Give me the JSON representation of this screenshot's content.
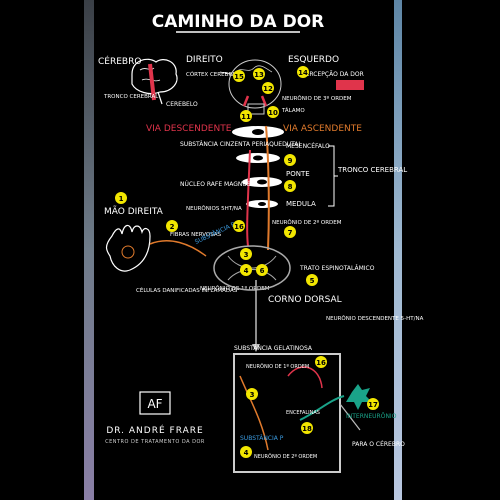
{
  "title": "CAMINHO DA DOR",
  "labels": {
    "cerebro": "CÉREBRO",
    "direito": "DIREITO",
    "esquerdo": "ESQUERDO",
    "cortex": "CÓRTEX CEREBRAL",
    "tronco_cerebral": "TRONCO CEREBRAL",
    "cerebelo": "CEREBELO",
    "percepcao": "PERCEPÇÃO DA DOR",
    "neuronio3": "NEURÔNIO DE 3º ORDEM",
    "talamo": "TÁLAMO",
    "via_desc": "VIA DESCENDENTE",
    "via_asc": "VIA ASCENDENTE",
    "substancia_cinzenta": "SUBSTÂNCIA CINZENTA PERIAQUEDUTAL",
    "mesencefalo": "MESENCÉFALO",
    "ponte": "PONTE",
    "tronco_cerebral_2": "TRONCO CEREBRAL",
    "nucleo_rafe": "NÚCLEO RAFE MAGNUS",
    "medula": "MEDULA",
    "neuronios_5ht": "NEURÔNIOS 5HT/NA",
    "neuronio2": "NEURÔNIO DE 2º ORDEM",
    "mao_direita": "MÃO DIREITA",
    "fibras_nervosas": "FIBRAS NERVOSAS",
    "substancia_p": "SUBSTÂNCIA P",
    "celulas": "CÉLULAS DANIFICADAS INFLAMADAS",
    "neuronio1": "NEURÔNIO DE 1º ORDEM",
    "trato": "TRATO ESPINOTALÂMICO",
    "corno_dorsal": "CORNO DORSAL",
    "neuronio_desc": "NEURÔNIO DESCENDENTE 5-HT/NA",
    "substancia_gelatinosa": "SUBSTÂNCIA GELATINOSA",
    "neuronio1b": "NEURÔNIO DE 1º ORDEM",
    "encefalinas": "ENCEFALINAS",
    "interneuronio": "INTERNEURÔNIO",
    "substancia_p2": "SUBSTÂNCIA P",
    "neuronio2b": "NEURÔNIO DE 2º ORDEM",
    "para_cerebro": "PARA O CÉREBRO"
  },
  "numbers": {
    "n1": "1",
    "n2": "2",
    "n3": "3",
    "n4": "4",
    "n5": "5",
    "n6": "6",
    "n7": "7",
    "n8": "8",
    "n9": "9",
    "n10": "10",
    "n11": "11",
    "n12": "12",
    "n13": "13",
    "n14": "14",
    "n15": "15",
    "n16": "16",
    "n17": "17",
    "n18": "18",
    "n16b": "16",
    "n3b": "3",
    "n4b": "4"
  },
  "logo": {
    "mark": "AF",
    "name": "DR. ANDRÉ FRARE",
    "tagline": "CENTRO DE TRATAMENTO DA DOR"
  },
  "colors": {
    "background": "#000000",
    "badge": "#f2e600",
    "red": "#e0344b",
    "orange": "#e07a2c",
    "teal": "#1aa389",
    "blue": "#3b9be0"
  }
}
